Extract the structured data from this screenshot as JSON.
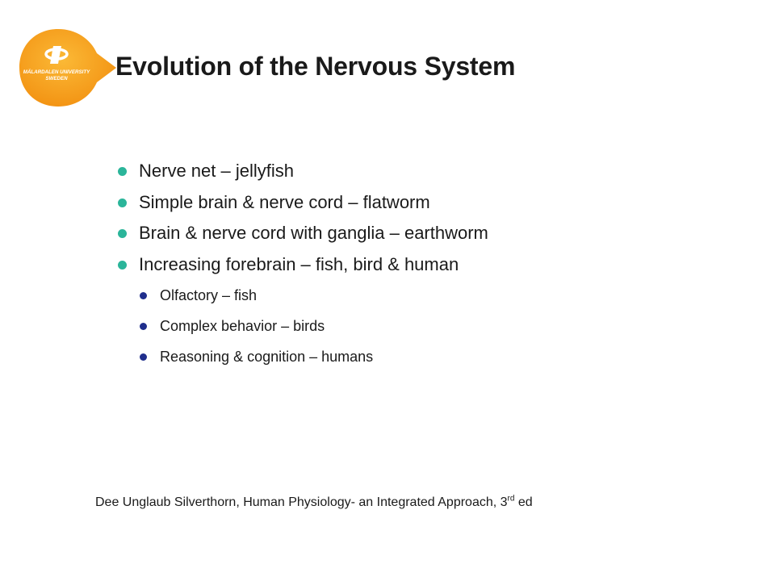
{
  "header": {
    "logo_text_line1": "MÄLARDALEN UNIVERSITY",
    "logo_text_line2": "SWEDEN",
    "title": "Evolution of the Nervous System"
  },
  "bullets": [
    {
      "text": "Nerve net – jellyfish"
    },
    {
      "text": "Simple brain & nerve cord – flatworm"
    },
    {
      "text": "Brain & nerve cord with ganglia – earthworm"
    },
    {
      "text": "Increasing forebrain – fish, bird & human",
      "sub": [
        {
          "text": "Olfactory – fish"
        },
        {
          "text": "Complex behavior – birds"
        },
        {
          "text": "Reasoning & cognition – humans"
        }
      ]
    }
  ],
  "citation": {
    "text": "Dee Unglaub Silverthorn, Human Physiology- an Integrated Approach, 3",
    "superscript": "rd",
    "suffix": " ed"
  },
  "colors": {
    "logo_orange": "#f7a21b",
    "bullet_teal": "#2bb59a",
    "subbullet_navy": "#1f2e8c"
  }
}
